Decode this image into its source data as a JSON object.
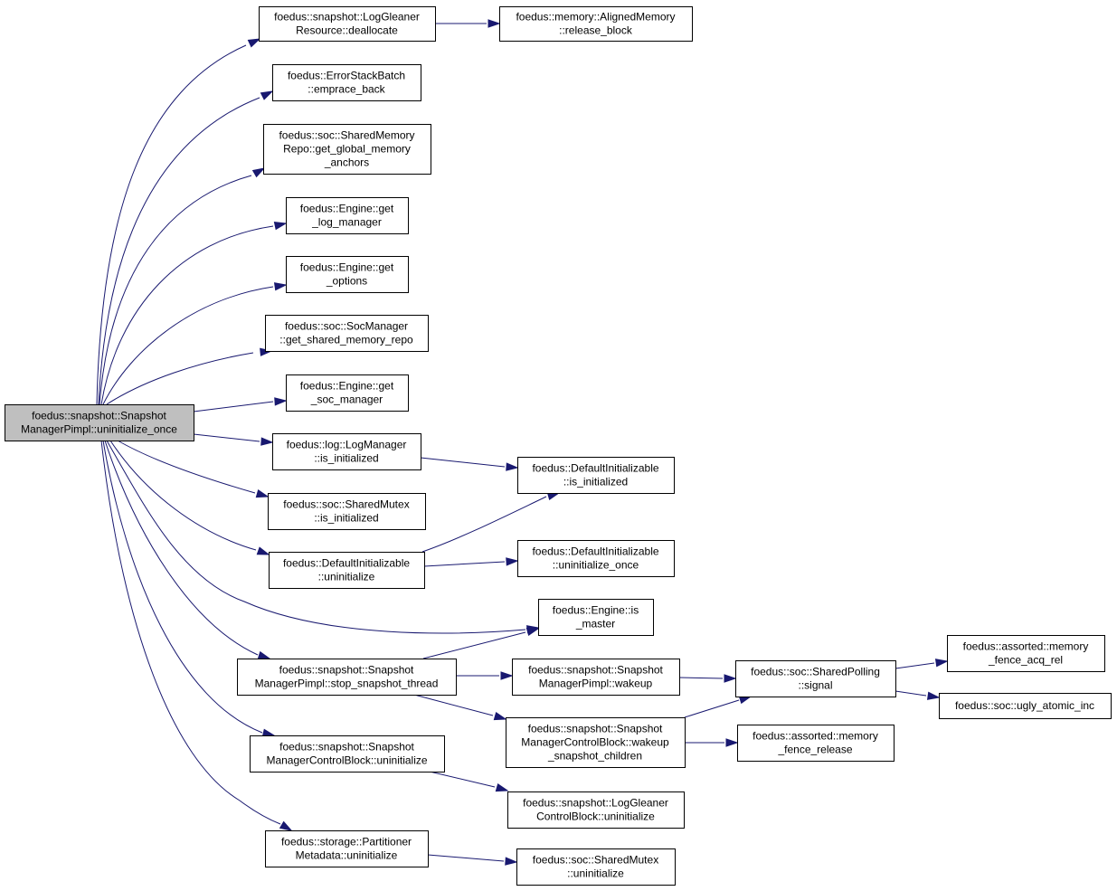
{
  "diagram": {
    "type": "call-graph",
    "colors": {
      "edge": "#191970",
      "root_fill": "#bfbfbf",
      "node_fill": "#ffffff",
      "node_border": "#000000"
    },
    "nodes": [
      {
        "id": "root",
        "lines": [
          "foedus::snapshot::Snapshot",
          "ManagerPimpl::uninitialize_once"
        ]
      },
      {
        "id": "lgr_dealloc",
        "lines": [
          "foedus::snapshot::LogGleaner",
          "Resource::deallocate"
        ]
      },
      {
        "id": "am_release",
        "lines": [
          "foedus::memory::AlignedMemory",
          "::release_block"
        ]
      },
      {
        "id": "esb_emprace",
        "lines": [
          "foedus::ErrorStackBatch",
          "::emprace_back"
        ]
      },
      {
        "id": "smr_anchors",
        "lines": [
          "foedus::soc::SharedMemory",
          "Repo::get_global_memory",
          "_anchors"
        ]
      },
      {
        "id": "eng_logmgr",
        "lines": [
          "foedus::Engine::get",
          "_log_manager"
        ]
      },
      {
        "id": "eng_options",
        "lines": [
          "foedus::Engine::get",
          "_options"
        ]
      },
      {
        "id": "socmgr_repo",
        "lines": [
          "foedus::soc::SocManager",
          "::get_shared_memory_repo"
        ]
      },
      {
        "id": "eng_socmgr",
        "lines": [
          "foedus::Engine::get",
          "_soc_manager"
        ]
      },
      {
        "id": "logmgr_isinit",
        "lines": [
          "foedus::log::LogManager",
          "::is_initialized"
        ]
      },
      {
        "id": "di_isinit",
        "lines": [
          "foedus::DefaultInitializable",
          "::is_initialized"
        ]
      },
      {
        "id": "sm_isinit",
        "lines": [
          "foedus::soc::SharedMutex",
          "::is_initialized"
        ]
      },
      {
        "id": "di_uninit",
        "lines": [
          "foedus::DefaultInitializable",
          "::uninitialize"
        ]
      },
      {
        "id": "di_uninit_once",
        "lines": [
          "foedus::DefaultInitializable",
          "::uninitialize_once"
        ]
      },
      {
        "id": "eng_ismaster",
        "lines": [
          "foedus::Engine::is",
          "_master"
        ]
      },
      {
        "id": "smp_stop",
        "lines": [
          "foedus::snapshot::Snapshot",
          "ManagerPimpl::stop_snapshot_thread"
        ]
      },
      {
        "id": "smp_wakeup",
        "lines": [
          "foedus::snapshot::Snapshot",
          "ManagerPimpl::wakeup"
        ]
      },
      {
        "id": "sp_signal",
        "lines": [
          "foedus::soc::SharedPolling",
          "::signal"
        ]
      },
      {
        "id": "mem_acqrel",
        "lines": [
          "foedus::assorted::memory",
          "_fence_acq_rel"
        ]
      },
      {
        "id": "ugly_inc",
        "lines": [
          "foedus::soc::ugly_atomic_inc"
        ]
      },
      {
        "id": "smcb_wakeup",
        "lines": [
          "foedus::snapshot::Snapshot",
          "ManagerControlBlock::wakeup",
          "_snapshot_children"
        ]
      },
      {
        "id": "mem_release",
        "lines": [
          "foedus::assorted::memory",
          "_fence_release"
        ]
      },
      {
        "id": "smcb_uninit",
        "lines": [
          "foedus::snapshot::Snapshot",
          "ManagerControlBlock::uninitialize"
        ]
      },
      {
        "id": "lgcb_uninit",
        "lines": [
          "foedus::snapshot::LogGleaner",
          "ControlBlock::uninitialize"
        ]
      },
      {
        "id": "pm_uninit",
        "lines": [
          "foedus::storage::Partitioner",
          "Metadata::uninitialize"
        ]
      },
      {
        "id": "sm_uninit",
        "lines": [
          "foedus::soc::SharedMutex",
          "::uninitialize"
        ]
      }
    ],
    "edges": [
      [
        "root",
        "lgr_dealloc"
      ],
      [
        "lgr_dealloc",
        "am_release"
      ],
      [
        "root",
        "esb_emprace"
      ],
      [
        "root",
        "smr_anchors"
      ],
      [
        "root",
        "eng_logmgr"
      ],
      [
        "root",
        "eng_options"
      ],
      [
        "root",
        "socmgr_repo"
      ],
      [
        "root",
        "eng_socmgr"
      ],
      [
        "root",
        "logmgr_isinit"
      ],
      [
        "logmgr_isinit",
        "di_isinit"
      ],
      [
        "root",
        "sm_isinit"
      ],
      [
        "root",
        "di_uninit"
      ],
      [
        "di_uninit",
        "di_isinit"
      ],
      [
        "di_uninit",
        "di_uninit_once"
      ],
      [
        "root",
        "eng_ismaster"
      ],
      [
        "root",
        "smp_stop"
      ],
      [
        "smp_stop",
        "eng_ismaster"
      ],
      [
        "smp_stop",
        "smp_wakeup"
      ],
      [
        "smp_stop",
        "smcb_wakeup"
      ],
      [
        "smp_wakeup",
        "sp_signal"
      ],
      [
        "sp_signal",
        "mem_acqrel"
      ],
      [
        "sp_signal",
        "ugly_inc"
      ],
      [
        "smcb_wakeup",
        "sp_signal"
      ],
      [
        "smcb_wakeup",
        "mem_release"
      ],
      [
        "root",
        "smcb_uninit"
      ],
      [
        "smcb_uninit",
        "lgcb_uninit"
      ],
      [
        "root",
        "pm_uninit"
      ],
      [
        "pm_uninit",
        "sm_uninit"
      ]
    ]
  }
}
